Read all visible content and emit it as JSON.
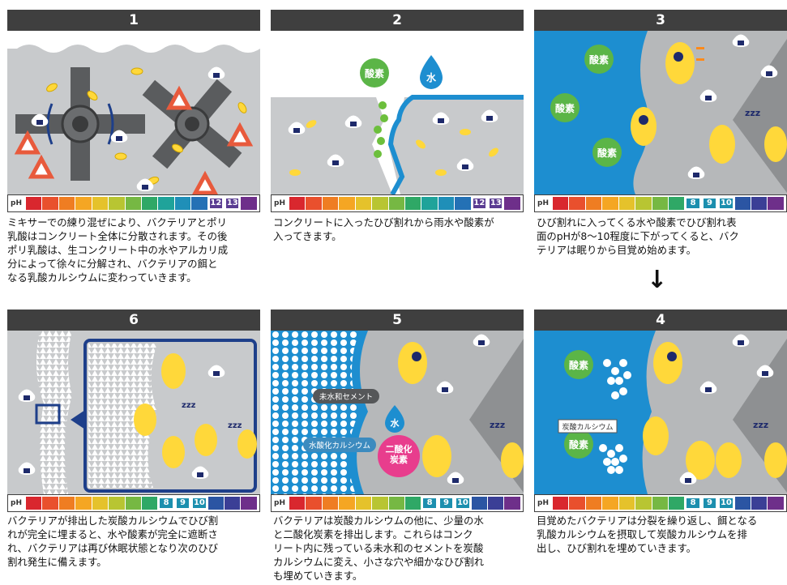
{
  "ph_label": "pH",
  "ph_colors": [
    "#d9272e",
    "#e9502d",
    "#ef7d22",
    "#f5a623",
    "#e5c22b",
    "#b8c532",
    "#76b843",
    "#2fa866",
    "#1fa39a",
    "#1f8fb8",
    "#2471b5",
    "#2b55a3",
    "#3b3f96",
    "#5a3c92",
    "#6e2f8a"
  ],
  "highlight_color": "#1c8fae",
  "panels": [
    {
      "num": "1",
      "ph_highlight": [
        "12",
        "13"
      ],
      "caption": "ミキサーでの練り混ぜにより、バクテリアとポリ\n乳酸はコンクリート全体に分散されます。その後\nポリ乳酸は、生コンクリート中の水やアルカリ成\n分によって徐々に分解され、バクテリアの餌と\nなる乳酸カルシウムに変わっていきます。"
    },
    {
      "num": "2",
      "ph_highlight": [
        "12",
        "13"
      ],
      "labels": {
        "oxygen": "酸素",
        "water": "水"
      },
      "caption": "コンクリートに入ったひび割れから雨水や酸素が\n入ってきます。"
    },
    {
      "num": "3",
      "ph_highlight": [
        "8",
        "9",
        "10"
      ],
      "labels": {
        "oxygen": "酸素",
        "zzz": "zzz"
      },
      "caption": "ひび割れに入ってくる水や酸素でひび割れ表\n面のpHが8〜10程度に下がってくると、バク\nテリアは眠りから目覚め始めます。"
    },
    {
      "num": "6",
      "ph_highlight": [
        "8",
        "9",
        "10"
      ],
      "labels": {
        "zzz": "zzz"
      },
      "caption": "バクテリアが排出した炭酸カルシウムでひび割\nれが完全に埋まると、水や酸素が完全に遮断さ\nれ、バクテリアは再び休眠状態となり次のひび\n割れ発生に備えます。"
    },
    {
      "num": "5",
      "ph_highlight": [
        "8",
        "9",
        "10"
      ],
      "labels": {
        "cement": "未水和セメント",
        "caoh": "水酸化カルシウム",
        "co2": "二酸化\n炭素",
        "water": "水",
        "zzz": "zzz"
      },
      "caption": "バクテリアは炭酸カルシウムの他に、少量の水\nと二酸化炭素を排出します。これらはコンク\nリート内に残っている未水和のセメントを炭酸\nカルシウムに変え、小さな穴や細かなひび割れ\nも埋めていきます。"
    },
    {
      "num": "4",
      "ph_highlight": [
        "8",
        "9",
        "10"
      ],
      "labels": {
        "oxygen": "酸素",
        "caco3": "炭酸カルシウム",
        "zzz": "zzz"
      },
      "caption": "目覚めたバクテリアは分裂を繰り返し、餌となる\n乳酸カルシウムを摂取して炭酸カルシウムを排\n出し、ひび割れを埋めていきます。"
    }
  ],
  "arrow_symbol": "↓"
}
